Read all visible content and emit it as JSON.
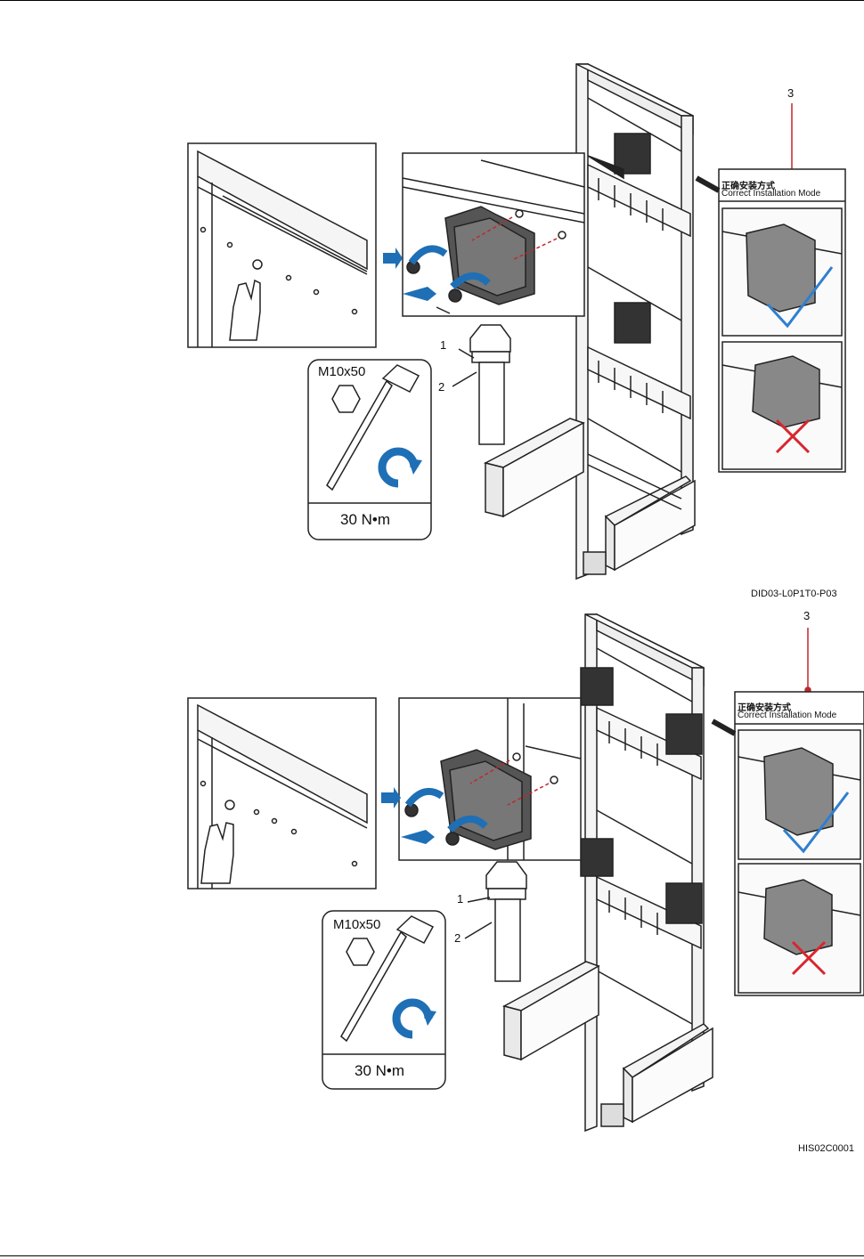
{
  "figures": [
    {
      "id": "DID03-L0P1T0-P03",
      "callouts": [
        "1",
        "2",
        "3"
      ],
      "bolt_spec": "M10x50",
      "torque": "30 N•m",
      "note_cn": "正确安装方式",
      "note_en": "Correct Installation Mode",
      "icons": [
        "hexagon-icon",
        "wrench-icon",
        "rotate-clockwise-icon",
        "check-icon",
        "cross-icon",
        "arrow-right-icon"
      ]
    },
    {
      "id": "HIS02C0001",
      "callouts": [
        "1",
        "2",
        "3"
      ],
      "bolt_spec": "M10x50",
      "torque": "30 N•m",
      "note_cn": "正确安装方式",
      "note_en": "Correct Installation Mode",
      "icons": [
        "hexagon-icon",
        "wrench-icon",
        "rotate-clockwise-icon",
        "check-icon",
        "cross-icon",
        "arrow-right-icon"
      ]
    }
  ],
  "colors": {
    "accent_blue": "#1e6fb5",
    "callout_red": "#c0272d",
    "check_blue": "#2f7fd0",
    "cross_red": "#d8262e"
  }
}
